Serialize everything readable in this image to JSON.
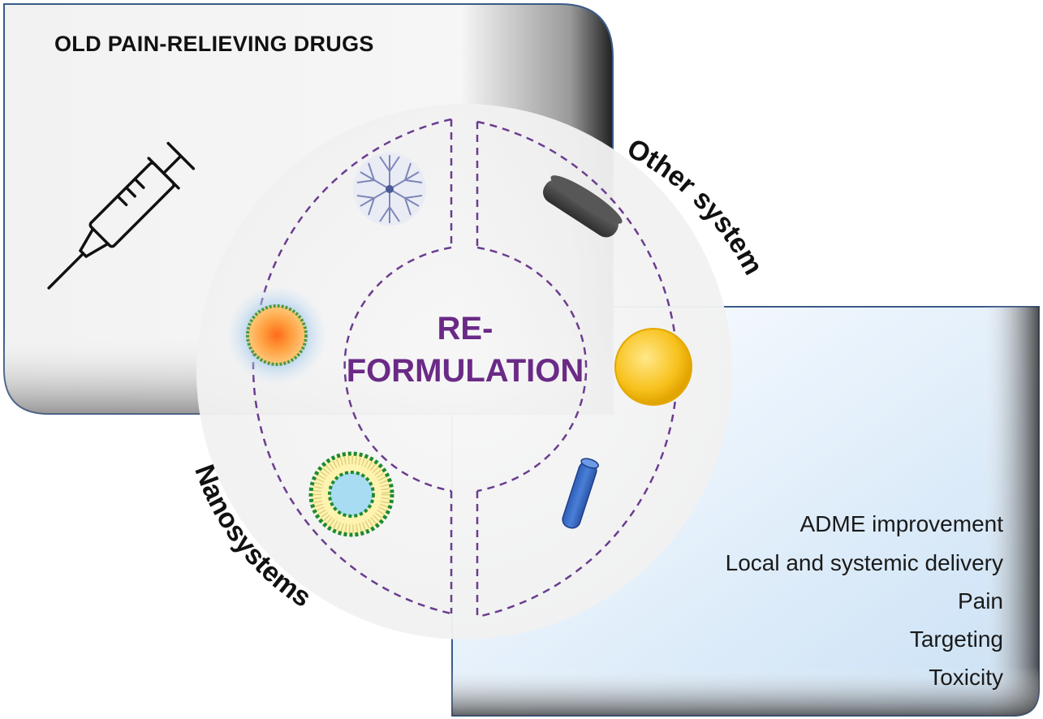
{
  "top_panel": {
    "title": "OLD PAIN-RELIEVING DRUGS"
  },
  "center": {
    "line1": "RE-",
    "line2": "FORMULATION"
  },
  "arc_labels": {
    "left": "Nanosystems",
    "right": "Other systems"
  },
  "benefits": [
    "ADME improvement",
    "Local and systemic delivery",
    "Pain",
    "Targeting",
    "Toxicity"
  ],
  "colors": {
    "dash": "#6a3d8f",
    "center_text": "#6a2a86",
    "panel_edge": "#3a5a8a",
    "bottom_panel_tint": "#cfe4f7"
  },
  "icons": {
    "left_side": [
      "syringe-icon",
      "dendrimer-icon",
      "nanoparticle-icon",
      "liposome-icon"
    ],
    "right_side": [
      "tablet-icon",
      "microsphere-icon",
      "implant-rod-icon"
    ]
  }
}
